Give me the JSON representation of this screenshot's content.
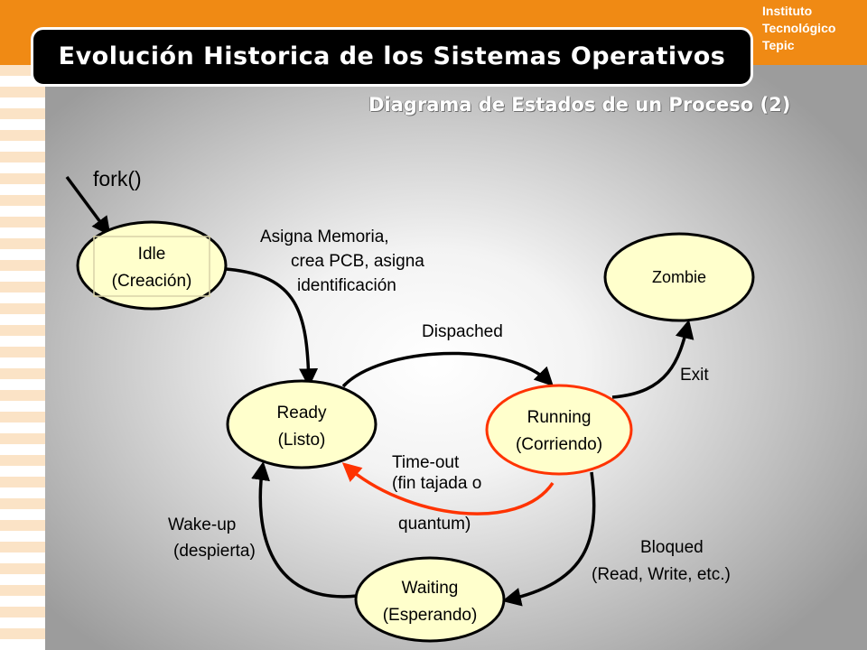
{
  "header": {
    "title": "Evolución Historica de los  Sistemas Operativos",
    "institute": [
      "Instituto",
      "Tecnológico",
      "Tepic"
    ]
  },
  "subtitle": "Diagrama de Estados de un Proceso (2)",
  "diagram": {
    "nodes": {
      "idle": [
        "Idle",
        "(Creación)"
      ],
      "zombie": [
        "Zombie"
      ],
      "ready": [
        "Ready",
        "(Listo)"
      ],
      "running": [
        "Running",
        "(Corriendo)"
      ],
      "waiting": [
        "Waiting",
        "(Esperando)"
      ]
    },
    "labels": {
      "fork": "fork()",
      "asigna1": "Asigna Memoria,",
      "asigna2": "crea PCB, asigna",
      "asigna3": "identificación",
      "dispatched": "Dispached",
      "exit": "Exit",
      "timeout1": "Time-out",
      "timeout2": "(fin tajada o",
      "timeout3": "quantum)",
      "wakeup1": "Wake-up",
      "wakeup2": "(despierta)",
      "bloqued1": "Bloqued",
      "bloqued2": "(Read, Write, etc.)"
    },
    "colors": {
      "node_fill": "#ffffcc",
      "node_stroke": "#000000",
      "running_stroke": "#ff3300",
      "timeout_arrow": "#ff3300",
      "header_orange": "#f08a14"
    }
  }
}
